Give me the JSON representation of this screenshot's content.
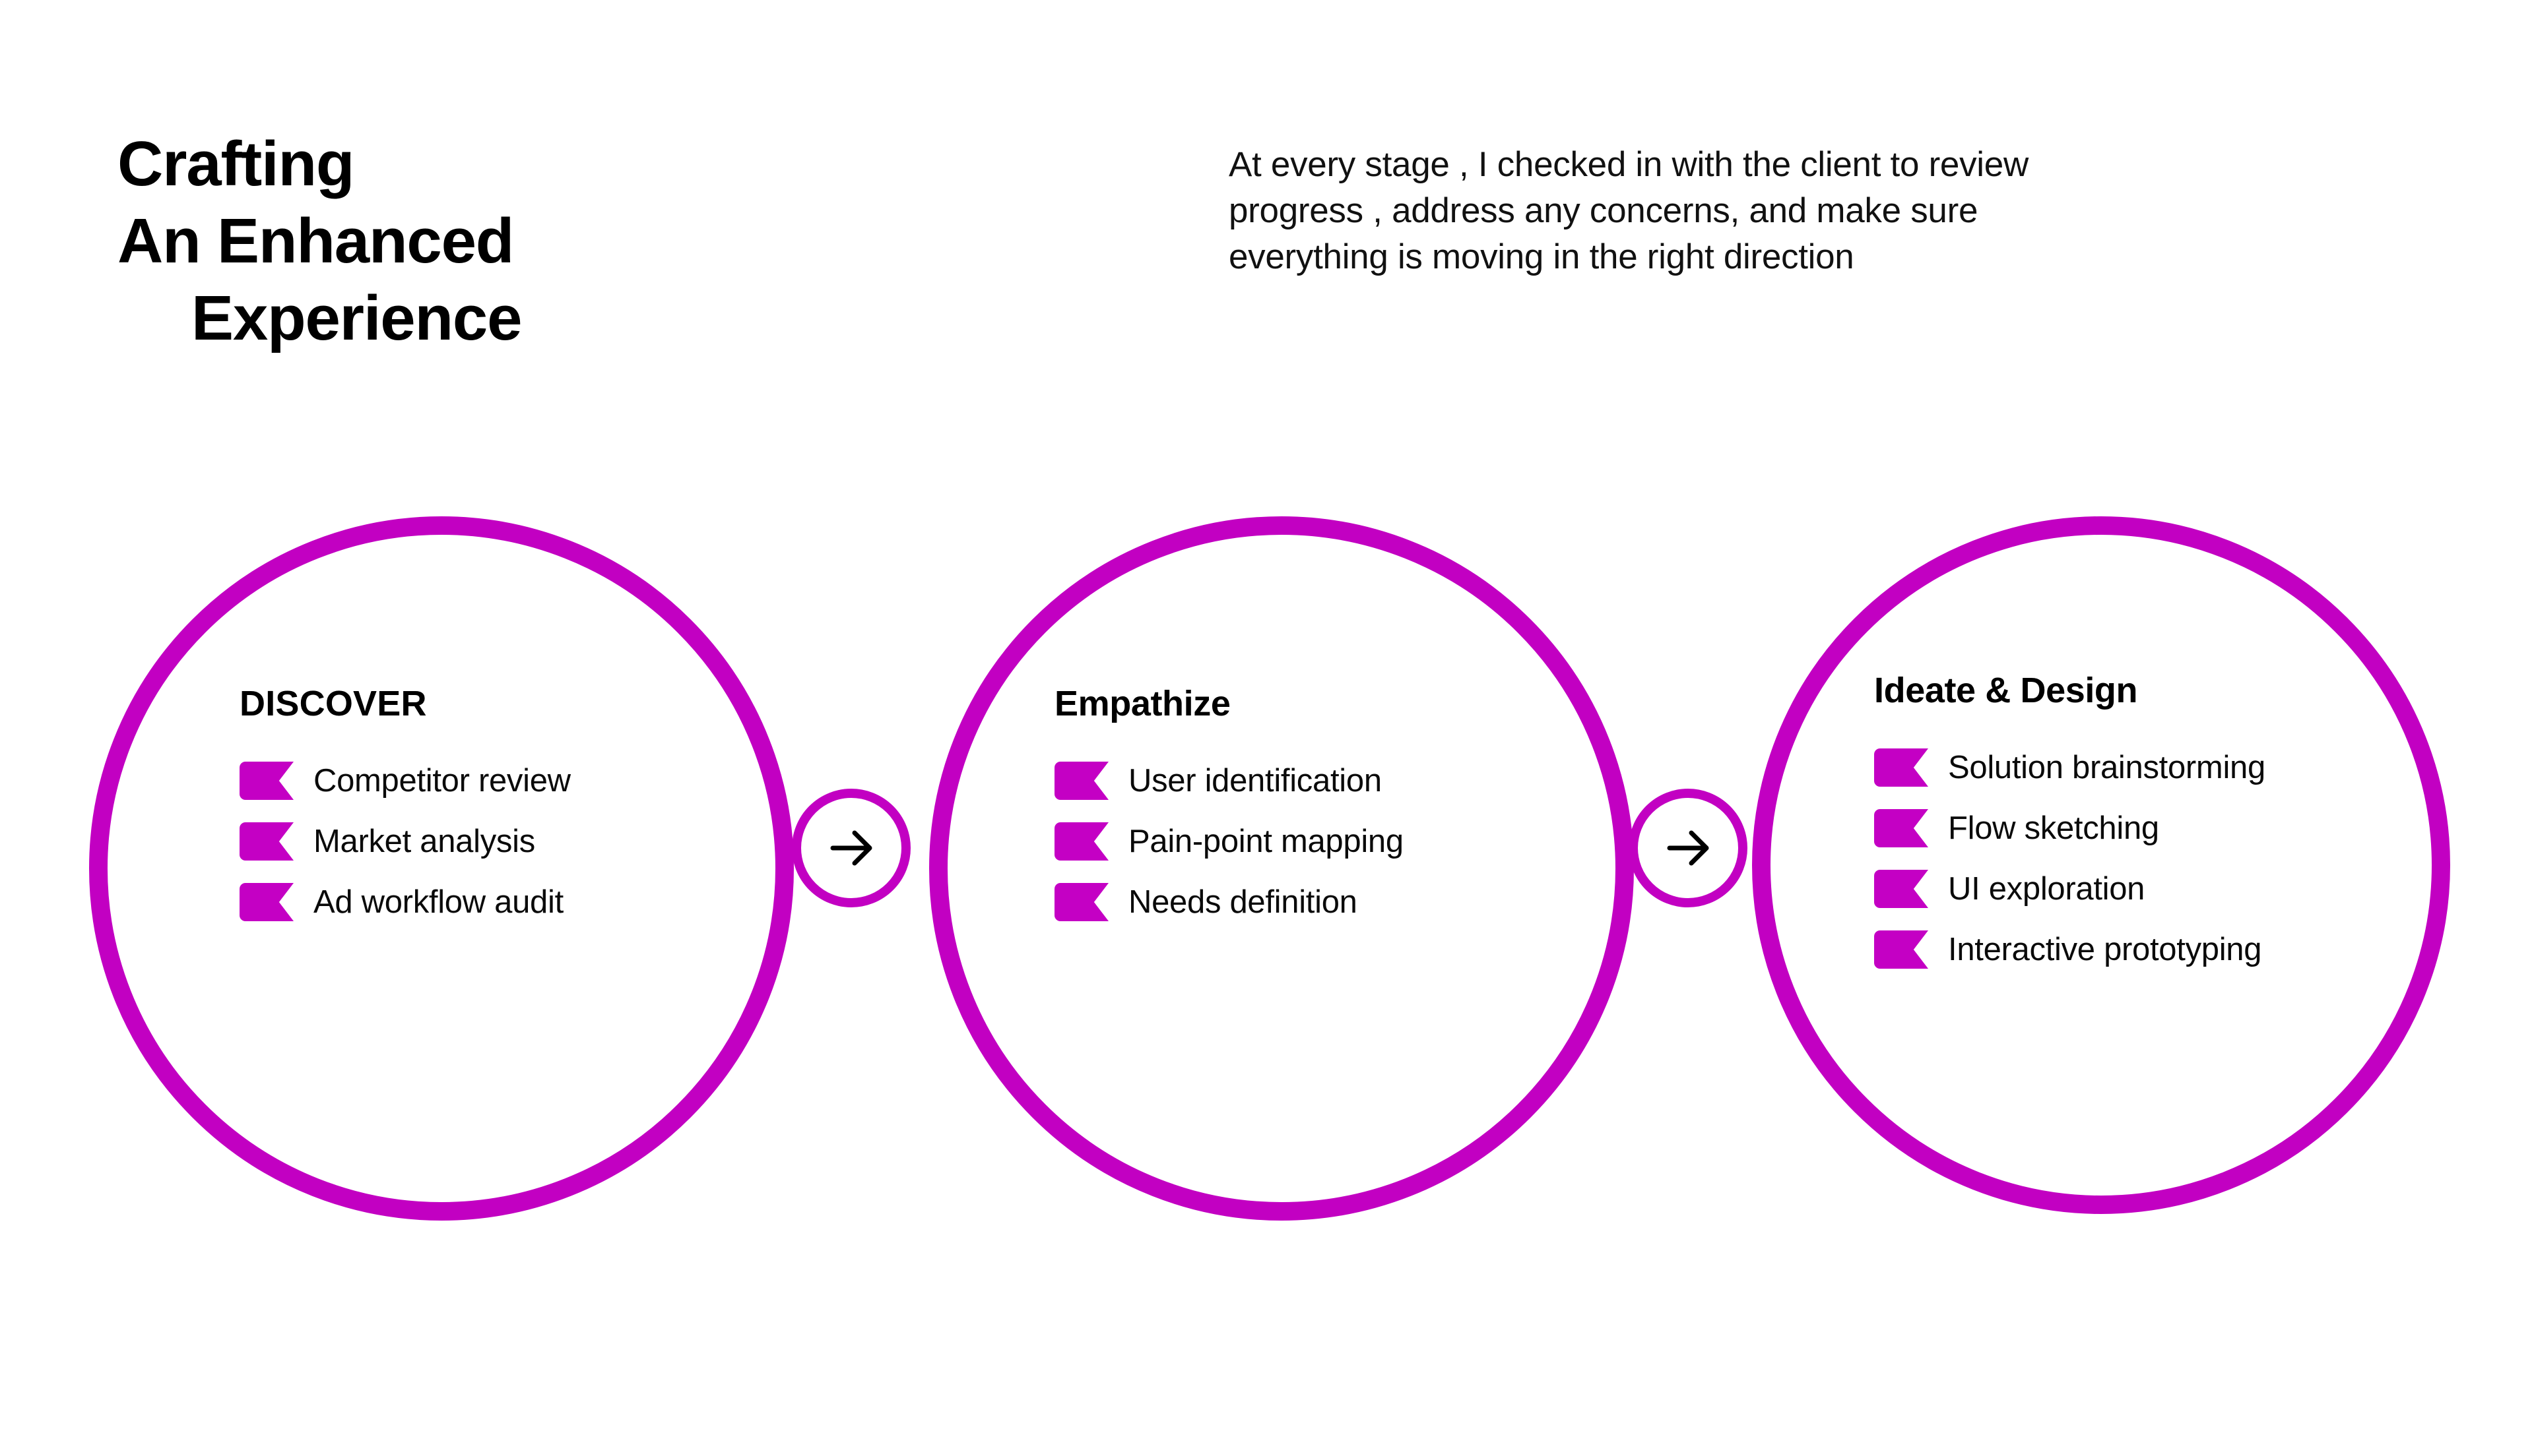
{
  "header": {
    "title_lines": [
      "Crafting",
      "An Enhanced",
      "Experience"
    ],
    "intro_lines": [
      "At every stage , I checked in with the client to review",
      "progress , address any concerns, and make sure",
      "everything is moving in the right direction"
    ]
  },
  "colors": {
    "accent": "#C200C2",
    "flag": "#C400C4",
    "text": "#000000",
    "background": "#FFFFFF"
  },
  "flow": {
    "stages": [
      {
        "heading": "DISCOVER",
        "items": [
          "Competitor review",
          "Market analysis",
          "Ad workflow audit"
        ]
      },
      {
        "heading": "Empathize",
        "items": [
          "User identification",
          "Pain-point mapping",
          "Needs definition"
        ]
      },
      {
        "heading": "Ideate & Design",
        "items": [
          "Solution brainstorming",
          "Flow sketching",
          "UI exploration",
          "Interactive prototyping"
        ]
      }
    ],
    "connectors": [
      {
        "icon": "arrow-right-icon"
      },
      {
        "icon": "arrow-right-icon"
      }
    ]
  }
}
